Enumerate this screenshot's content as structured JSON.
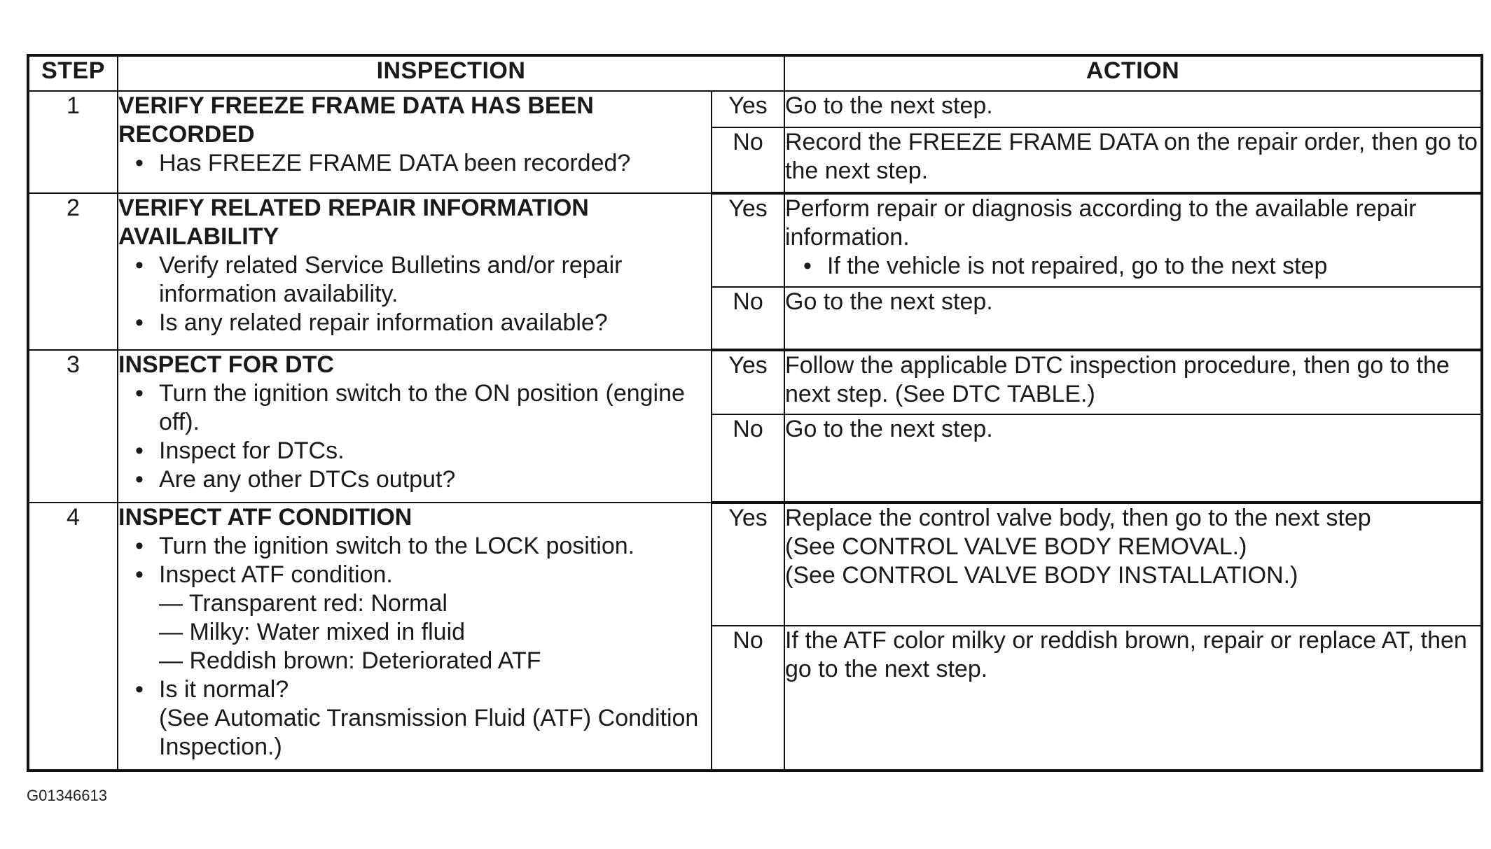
{
  "header": {
    "step": "STEP",
    "inspection": "INSPECTION",
    "action": "ACTION"
  },
  "rows": [
    {
      "step": "1",
      "title": "VERIFY FREEZE FRAME DATA HAS BEEN RECORDED",
      "bullets": [
        "Has FREEZE FRAME DATA been recorded?"
      ],
      "yes_label": "Yes",
      "yes_action": "Go to the next step.",
      "no_label": "No",
      "no_action": "Record the FREEZE FRAME DATA on the repair order, then go to the next step."
    },
    {
      "step": "2",
      "title": "VERIFY RELATED REPAIR INFORMATION AVAILABILITY",
      "bullets": [
        "Verify related Service Bulletins and/or repair information availability.",
        "Is any related repair information available?"
      ],
      "yes_label": "Yes",
      "yes_action": "Perform repair or diagnosis according to the available repair information.",
      "yes_bullet": "If the vehicle is not repaired, go to the next step",
      "no_label": "No",
      "no_action": "Go to the next step."
    },
    {
      "step": "3",
      "title": "INSPECT FOR DTC",
      "bullets": [
        "Turn the ignition switch to the ON position (engine off).",
        "Inspect for DTCs.",
        "Are any other DTCs output?"
      ],
      "yes_label": "Yes",
      "yes_action": "Follow the applicable DTC inspection procedure, then go to the next step. (See DTC TABLE.)",
      "no_label": "No",
      "no_action": "Go to the next step."
    },
    {
      "step": "4",
      "title": "INSPECT ATF CONDITION",
      "bullet_1": "Turn the ignition switch to the LOCK position.",
      "bullet_2": "Inspect ATF condition.",
      "sub_1": "— Transparent red: Normal",
      "sub_2": "— Milky: Water mixed in fluid",
      "sub_3": "— Reddish brown: Deteriorated ATF",
      "bullet_3": "Is it normal?",
      "bullet_3_ref": "(See Automatic Transmission Fluid (ATF) Condition Inspection.)",
      "yes_label": "Yes",
      "yes_action": "Replace the control valve body, then go to the next step",
      "yes_ref_1": "(See CONTROL VALVE BODY REMOVAL.)",
      "yes_ref_2": "(See CONTROL VALVE BODY INSTALLATION.)",
      "no_label": "No",
      "no_action": "If the ATF color milky or reddish brown, repair or replace AT, then go to the next step."
    }
  ],
  "figure_id": "G01346613"
}
